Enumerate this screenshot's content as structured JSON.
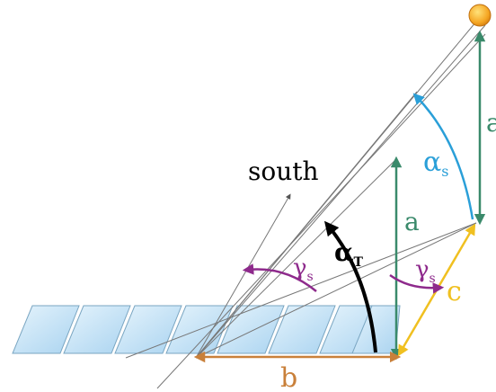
{
  "labels": {
    "south": "south",
    "a_vertical_right": "a",
    "a_vertical_mid": "a",
    "alpha_s": "α",
    "alpha_s_sub": "s",
    "alpha_t": "α",
    "alpha_t_sub": "T",
    "gamma_s_left": "γ",
    "gamma_s_left_sub": "s",
    "gamma_s_right": "γ",
    "gamma_s_right_sub": "s",
    "b": "b",
    "c": "c"
  },
  "colors": {
    "sun": "#f5a623",
    "green": "#3a8a6b",
    "blue": "#2a9fd8",
    "purple": "#8e2a8c",
    "orange": "#c9803a",
    "yellow": "#f0c020",
    "black": "#000000",
    "panel": "#bfe0f5",
    "panel_edge": "#7aa6c2",
    "thin_line": "#777777"
  }
}
